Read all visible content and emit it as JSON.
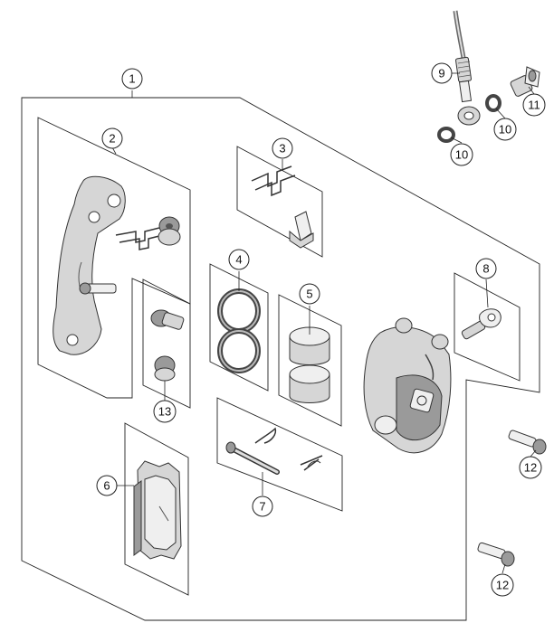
{
  "callouts": [
    {
      "id": "1",
      "label": "1"
    },
    {
      "id": "2",
      "label": "2"
    },
    {
      "id": "3",
      "label": "3"
    },
    {
      "id": "4",
      "label": "4"
    },
    {
      "id": "5",
      "label": "5"
    },
    {
      "id": "6",
      "label": "6"
    },
    {
      "id": "7",
      "label": "7"
    },
    {
      "id": "8",
      "label": "8"
    },
    {
      "id": "9",
      "label": "9"
    },
    {
      "id": "10a",
      "label": "10"
    },
    {
      "id": "10b",
      "label": "10"
    },
    {
      "id": "11",
      "label": "11"
    },
    {
      "id": "12a",
      "label": "12"
    },
    {
      "id": "12b",
      "label": "12"
    },
    {
      "id": "13",
      "label": "13"
    }
  ],
  "icons": {
    "brake-hose": "brake-hose-icon",
    "banjo-bolt": "banjo-bolt-icon",
    "sealing-washer": "sealing-washer-icon",
    "caliper-support": "caliper-support-icon",
    "pad-spring": "pad-spring-icon",
    "piston-seal": "piston-seal-icon",
    "piston": "piston-icon",
    "brake-pad": "brake-pad-icon",
    "pad-pin": "pad-pin-icon",
    "bleeder-valve": "bleeder-valve-icon",
    "caliper-body": "caliper-body-icon",
    "mounting-screw": "mounting-screw-icon",
    "guide-bolt": "guide-bolt-icon"
  }
}
